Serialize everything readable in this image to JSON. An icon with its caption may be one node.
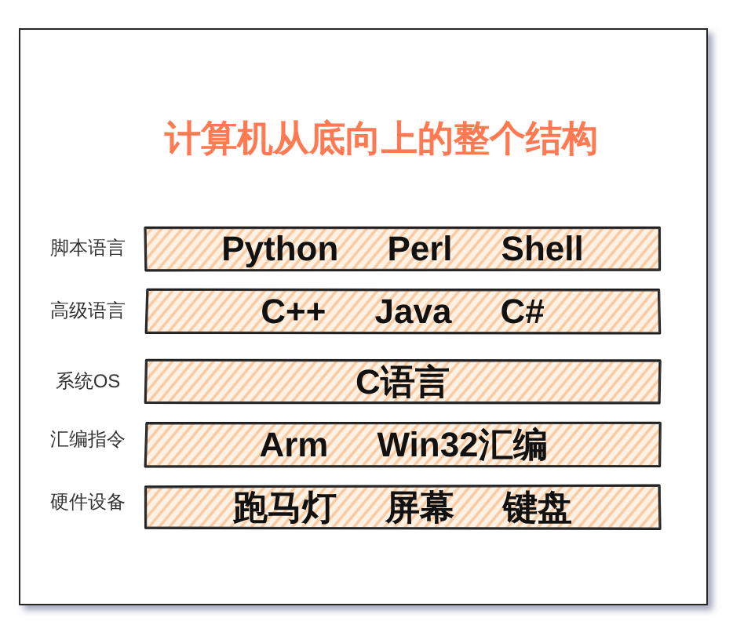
{
  "diagram": {
    "title": "计算机从底向上的整个结构",
    "nodes": [
      {
        "text": [
          "Python",
          "Perl",
          "Shell"
        ],
        "beside": [
          "脚本语言"
        ]
      },
      {
        "text": [
          "C++",
          "Java",
          "C#"
        ],
        "beside": [
          "高级语言"
        ]
      },
      {
        "text": [
          "C语言"
        ],
        "beside": [
          "系统OS"
        ]
      },
      {
        "text": [
          "Arm",
          "Win32汇编"
        ],
        "beside": [
          "汇编指令"
        ]
      },
      {
        "text": [
          "跑马灯",
          "屏幕",
          "键盘"
        ],
        "beside": [
          "硬件设备"
        ]
      }
    ]
  }
}
